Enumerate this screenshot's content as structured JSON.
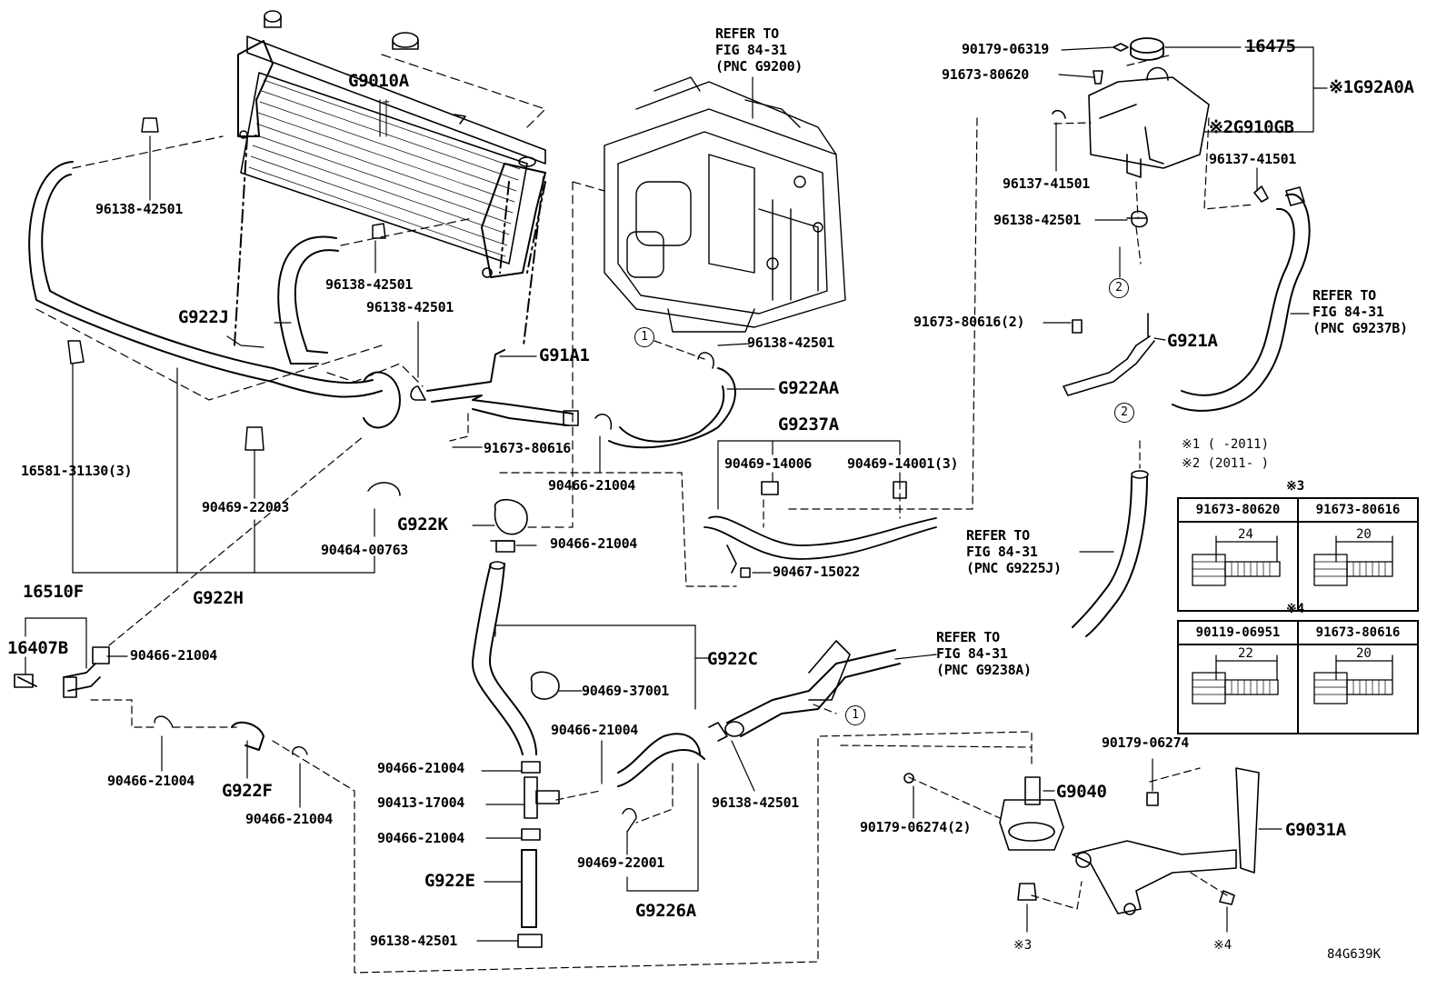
{
  "diagram_code": "84G639K",
  "callouts": {
    "g9010a": "G9010A",
    "g922j": "G922J",
    "g91a1": "G91A1",
    "g922aa": "G922AA",
    "g9237a": "G9237A",
    "g922k": "G922K",
    "g922h": "G922H",
    "g922c": "G922C",
    "g922f": "G922F",
    "g922e": "G922E",
    "g9226a": "G9226A",
    "g9040": "G9040",
    "g9031a": "G9031A",
    "g921a": "G921A",
    "g92a0a": "※1G92A0A",
    "g910gb": "※2G910GB",
    "p16475": "16475",
    "p16510f": "16510F",
    "p16407b": "16407B"
  },
  "part_numbers": {
    "p96138_42501_a": "96138-42501",
    "p96138_42501_b": "96138-42501",
    "p96138_42501_c": "96138-42501",
    "p96138_42501_d": "96138-42501",
    "p96138_42501_e": "96138-42501",
    "p96138_42501_f": "96138-42501",
    "p96138_42501_g": "96138-42501",
    "p91673_80616": "91673-80616",
    "p90466_21004_a": "90466-21004",
    "p90466_21004_b": "90466-21004",
    "p90466_21004_c": "90466-21004",
    "p90466_21004_d": "90466-21004",
    "p90466_21004_e": "90466-21004",
    "p90466_21004_f": "90466-21004",
    "p90466_21004_g": "90466-21004",
    "p90466_21004_h": "90466-21004",
    "p16581_31130": "16581-31130(3)",
    "p90469_22003": "90469-22003",
    "p90464_00763": "90464-00763",
    "p90469_14006": "90469-14006",
    "p90469_14001": "90469-14001(3)",
    "p90467_15022": "90467-15022",
    "p90469_37001": "90469-37001",
    "p90413_17004": "90413-17004",
    "p90469_22001": "90469-22001",
    "p90179_06319": "90179-06319",
    "p91673_80620": "91673-80620",
    "p96137_41501_a": "96137-41501",
    "p96137_41501_b": "96137-41501",
    "p91673_80616_2": "91673-80616(2)",
    "p90179_06274": "90179-06274",
    "p90179_06274_2": "90179-06274(2)"
  },
  "references": {
    "ref_g9200": [
      "REFER TO",
      "FIG 84-31",
      "(PNC G9200)"
    ],
    "ref_g9237b": [
      "REFER TO",
      "FIG 84-31",
      "(PNC G9237B)"
    ],
    "ref_g9225j": [
      "REFER TO",
      "FIG 84-31",
      "(PNC G9225J)"
    ],
    "ref_g9238a": [
      "REFER TO",
      "FIG 84-31",
      "(PNC G9238A)"
    ]
  },
  "circle_markers": [
    "1",
    "1",
    "2",
    "2"
  ],
  "footnotes": {
    "note1": "※1 (    -2011)",
    "note2": "※2 (2011-    )",
    "star3": "※3",
    "star4": "※4"
  },
  "bolt_tables": {
    "table3": {
      "title": "※3",
      "cols": [
        "91673-80620",
        "91673-80616"
      ],
      "lengths": [
        "24",
        "20"
      ]
    },
    "table4": {
      "title": "※4",
      "cols": [
        "90119-06951",
        "91673-80616"
      ],
      "lengths": [
        "22",
        "20"
      ]
    }
  }
}
